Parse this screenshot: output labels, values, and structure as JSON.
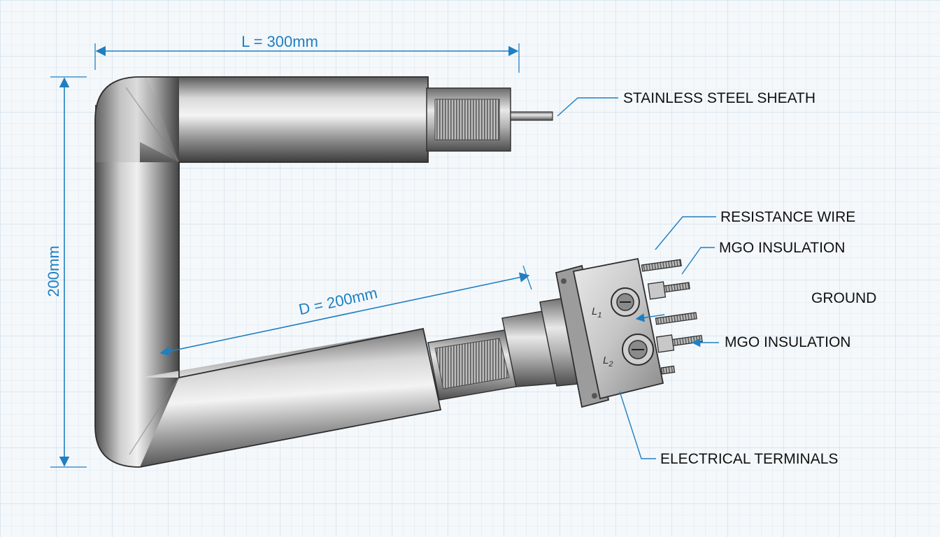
{
  "dimensions": {
    "length": "L = 300mm",
    "height": "200mm",
    "diameter": "D = 200mm"
  },
  "labels": {
    "sheath": "STAINLESS STEEL SHEATH",
    "resistance_wire": "RESISTANCE WIRE",
    "mgo_insulation_top": "MGO INSULATION",
    "ground": "GROUND",
    "mgo_insulation_bottom": "MGO INSULATION",
    "electrical_terminals": "ELECTRICAL TERMINALS"
  },
  "terminals": {
    "l1_letter": "L",
    "l1_sub": "1",
    "l2_letter": "L",
    "l2_sub": "2"
  },
  "colors": {
    "dimension": "#1f7fc1",
    "leader": "#1f7fc1",
    "grid": "#d7e4ef",
    "metal_dark": "#4a4a4a",
    "metal_light": "#f2f2f2",
    "background": "#f4f8fb"
  }
}
